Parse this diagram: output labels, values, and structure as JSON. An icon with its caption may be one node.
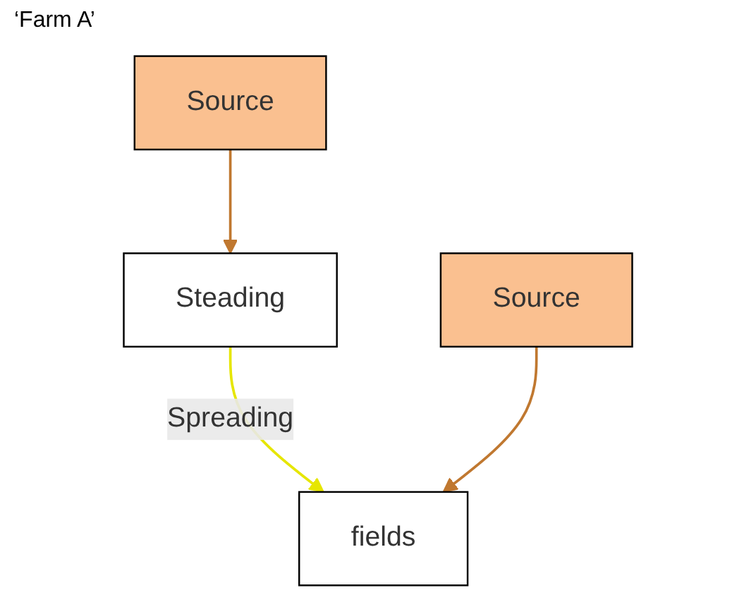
{
  "diagram": {
    "title": "‘Farm A’",
    "nodes": [
      {
        "text": [
          "Source"
        ]
      },
      {
        "text": [
          "Steading"
        ]
      },
      {
        "text": [
          "fields"
        ]
      },
      {
        "text": [
          "Source"
        ]
      }
    ],
    "edges": [
      {
        "from": 0,
        "to": 1,
        "arrow": "to"
      },
      {
        "from": 1,
        "to": 2,
        "arrow": "to",
        "label": "Spreading",
        "color": "#e6e600"
      },
      {
        "from": 3,
        "to": 2,
        "arrow": "to"
      }
    ]
  }
}
